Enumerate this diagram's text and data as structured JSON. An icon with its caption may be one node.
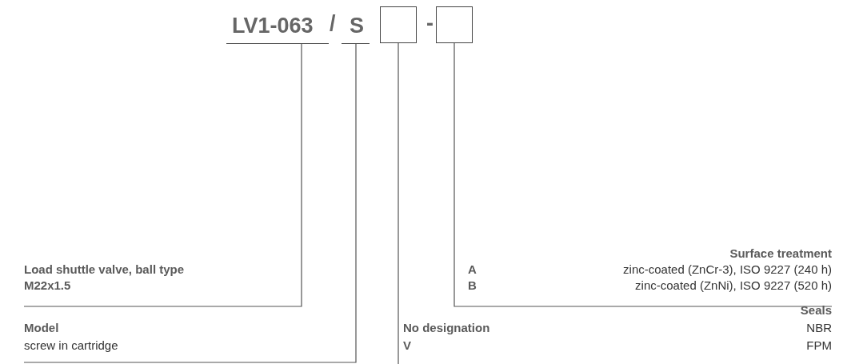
{
  "diagram": {
    "nodes": [
      {
        "text": [
          "LV1-063"
        ]
      },
      {
        "text": [
          "S"
        ]
      },
      {
        "text": [],
        "shape": "box"
      },
      {
        "text": [],
        "shape": "box"
      },
      {
        "text": [
          "Load shuttle valve, ball type",
          "M22x1.5"
        ]
      },
      {
        "text": [
          "Model",
          "screw in cartridge"
        ]
      },
      {
        "text": [
          "Surface treatment",
          "A",
          "zinc-coated (ZnCr-3), ISO 9227 (240 h)",
          "B",
          "zinc-coated (ZnNi), ISO 9227 (520 h)"
        ]
      },
      {
        "text": [
          "Seals",
          "No designation",
          "NBR",
          "V",
          "FPM"
        ]
      }
    ],
    "edges": [
      {
        "from": 0,
        "to": 4,
        "arrow": "none"
      },
      {
        "from": 1,
        "to": 5,
        "arrow": "none"
      },
      {
        "from": 2,
        "to": 7,
        "arrow": "none"
      },
      {
        "from": 3,
        "to": 6,
        "arrow": "none"
      }
    ],
    "labels": [
      "/",
      "-"
    ]
  }
}
